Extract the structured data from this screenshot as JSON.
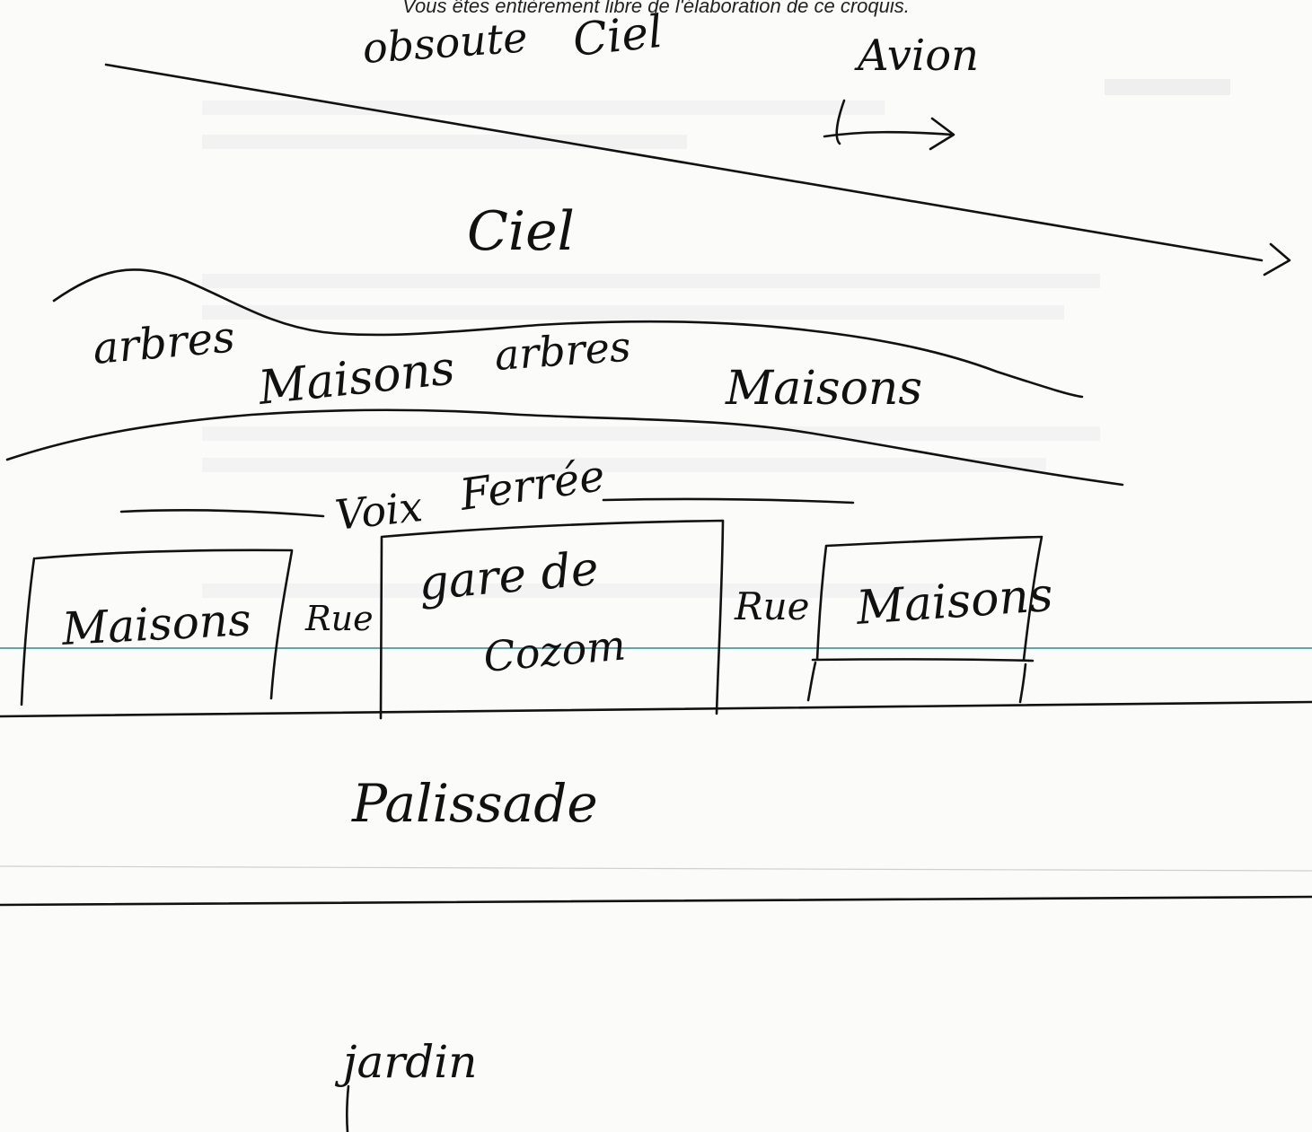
{
  "header": "Vous êtes entièrement libre de l'élaboration de ce croquis.",
  "labels": {
    "obscure": "obsoute",
    "ciel_top": "Ciel",
    "avion": "Avion",
    "ciel": "Ciel",
    "arbres_left": "arbres",
    "arbres_mid": "arbres",
    "maisons_left": "Maisons",
    "maisons_right": "Maisons",
    "voix": "Voix",
    "ferree": "Ferrée",
    "maisons_box1": "Maisons",
    "rue1": "Rue",
    "gare_l1": "gare de",
    "gare_l2": "Cozom",
    "rue2": "Rue",
    "maisons_box3": "Maisons",
    "palissade": "Palissade",
    "jardin": "jardin"
  },
  "colors": {
    "ink": "#111111",
    "teal_rule": "#2e8b8b",
    "paper": "#fbfbfa"
  }
}
